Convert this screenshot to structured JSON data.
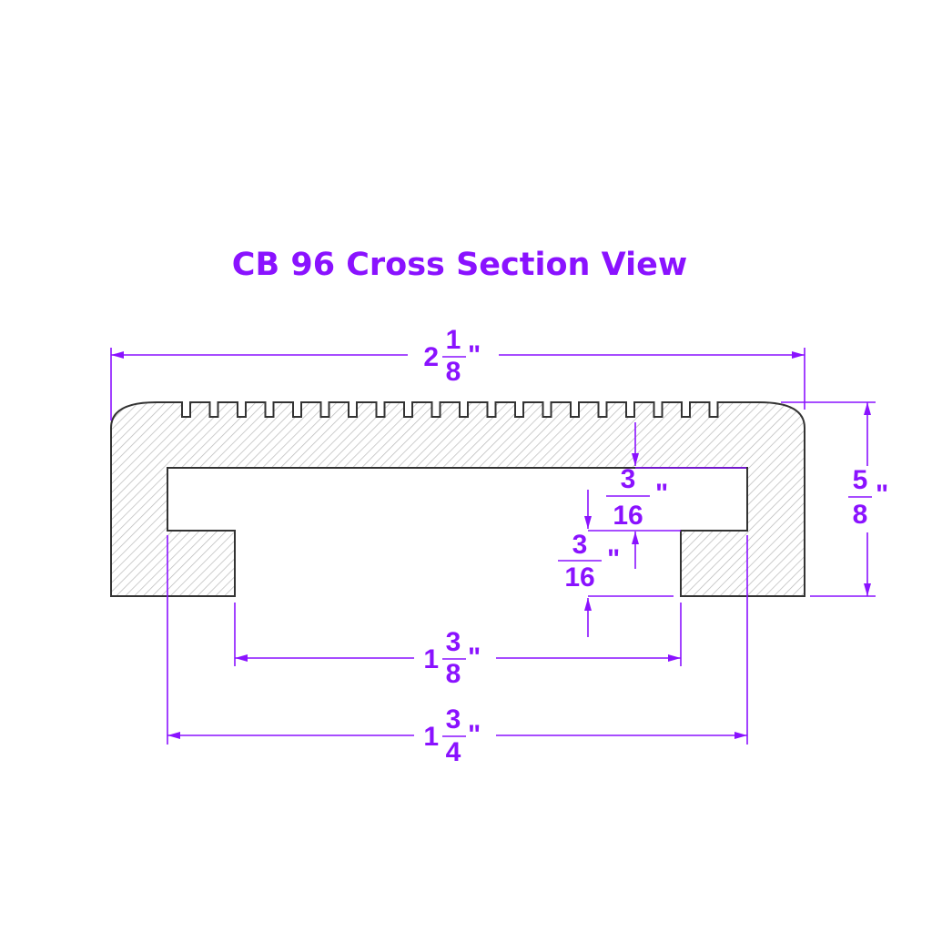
{
  "title": "CB 96 Cross Section View",
  "colors": {
    "annotation": "#8a12ff",
    "outline": "#333333",
    "hatch": "#b8b8b8",
    "background": "#ffffff"
  },
  "dimensions": {
    "overall_width": {
      "whole": "2",
      "num": "1",
      "den": "8",
      "unit": "\""
    },
    "overall_height": {
      "whole": "",
      "num": "5",
      "den": "8",
      "unit": "\""
    },
    "top_web_thickness": {
      "whole": "",
      "num": "3",
      "den": "16",
      "unit": "\""
    },
    "foot_thickness": {
      "whole": "",
      "num": "3",
      "den": "16",
      "unit": "\""
    },
    "foot_inner_gap": {
      "whole": "1",
      "num": "3",
      "den": "8",
      "unit": "\""
    },
    "leg_outer_span": {
      "whole": "1",
      "num": "3",
      "den": "4",
      "unit": "\""
    }
  }
}
